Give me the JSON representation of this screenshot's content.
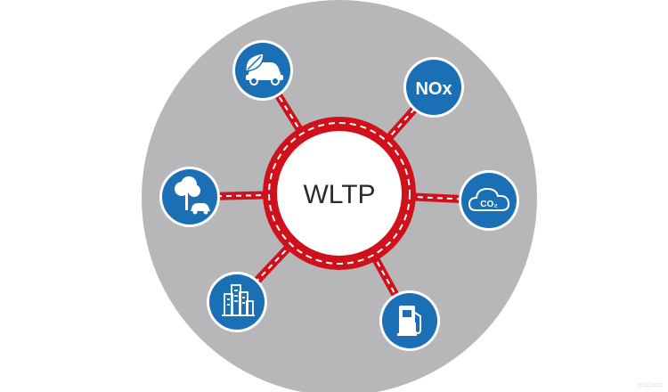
{
  "hub": {
    "label": "WLTP",
    "ring_color": "#d0111b",
    "disc_color": "#b7b7b9"
  },
  "nodes": [
    {
      "name": "eco-car-leaf-node",
      "icon": "car-leaf-icon"
    },
    {
      "name": "nox-node",
      "icon": "nox-text",
      "text": "NOx"
    },
    {
      "name": "tree-car-node",
      "icon": "tree-car-icon"
    },
    {
      "name": "co2-node",
      "icon": "co2-cloud-icon",
      "text": "CO₂"
    },
    {
      "name": "city-buildings-node",
      "icon": "city-buildings-icon"
    },
    {
      "name": "fuel-pump-node",
      "icon": "fuel-pump-icon"
    }
  ],
  "colors": {
    "node_blue": "#1a6fb5",
    "node_ring": "#ffffff",
    "connector_red": "#d0111b",
    "dash_white": "#ffffff"
  }
}
